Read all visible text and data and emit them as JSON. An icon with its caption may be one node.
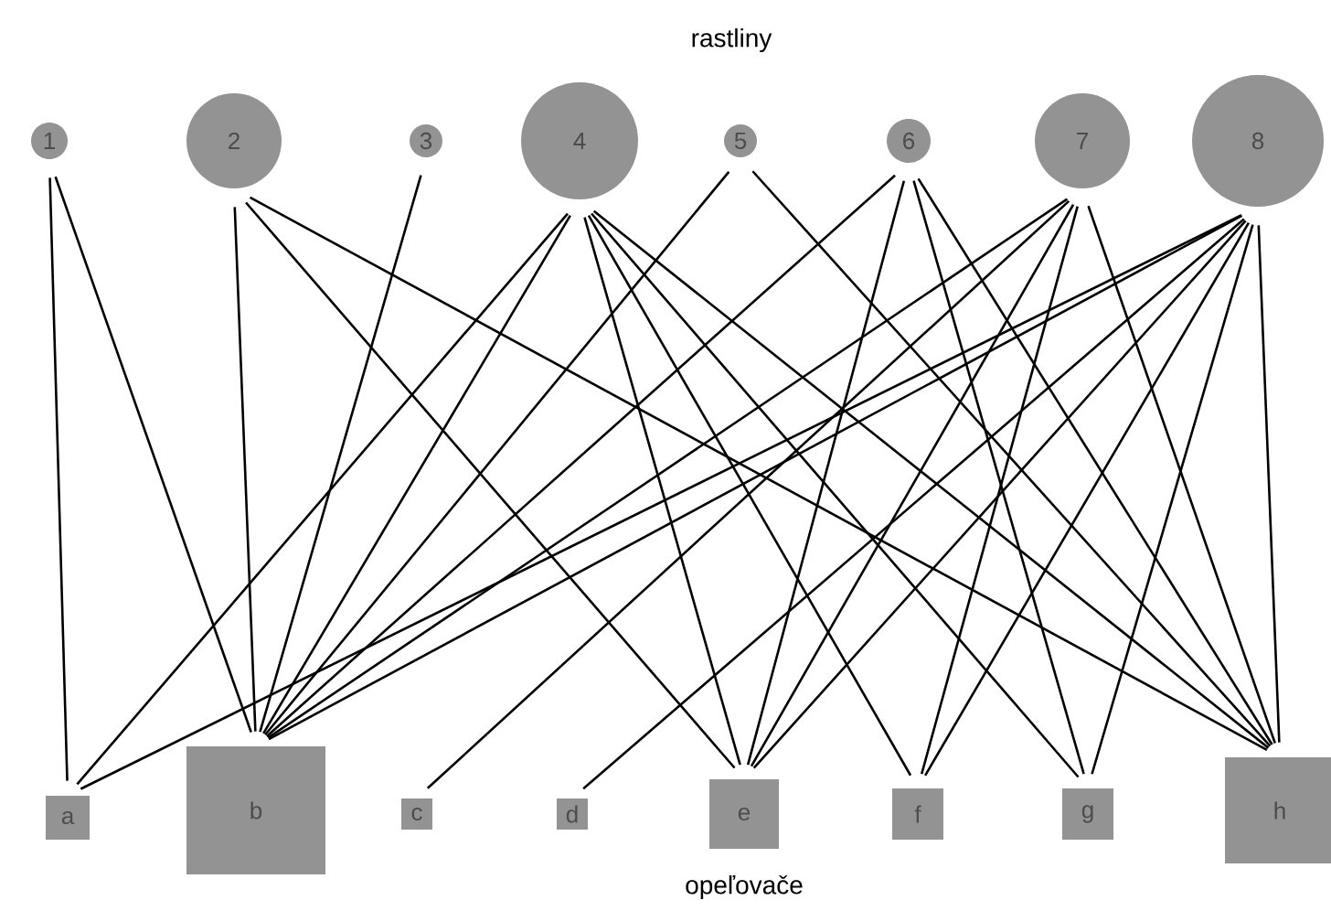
{
  "diagram": {
    "nodes": [
      {
        "text": [
          "1"
        ]
      },
      {
        "text": [
          "2"
        ]
      },
      {
        "text": [
          "3"
        ]
      },
      {
        "text": [
          "4"
        ]
      },
      {
        "text": [
          "5"
        ]
      },
      {
        "text": [
          "6"
        ]
      },
      {
        "text": [
          "7"
        ]
      },
      {
        "text": [
          "8"
        ]
      },
      {
        "text": [
          "a"
        ]
      },
      {
        "text": [
          "b"
        ]
      },
      {
        "text": [
          "c"
        ]
      },
      {
        "text": [
          "d"
        ]
      },
      {
        "text": [
          "e"
        ]
      },
      {
        "text": [
          "f"
        ]
      },
      {
        "text": [
          "g"
        ]
      },
      {
        "text": [
          "h"
        ]
      }
    ],
    "edges": [
      {
        "from": 0,
        "to": 8,
        "arrow": "none"
      },
      {
        "from": 0,
        "to": 9,
        "arrow": "none"
      },
      {
        "from": 1,
        "to": 9,
        "arrow": "none"
      },
      {
        "from": 1,
        "to": 12,
        "arrow": "none"
      },
      {
        "from": 1,
        "to": 15,
        "arrow": "none"
      },
      {
        "from": 2,
        "to": 9,
        "arrow": "none"
      },
      {
        "from": 3,
        "to": 8,
        "arrow": "none"
      },
      {
        "from": 3,
        "to": 9,
        "arrow": "none"
      },
      {
        "from": 3,
        "to": 12,
        "arrow": "none"
      },
      {
        "from": 3,
        "to": 13,
        "arrow": "none"
      },
      {
        "from": 3,
        "to": 14,
        "arrow": "none"
      },
      {
        "from": 3,
        "to": 15,
        "arrow": "none"
      },
      {
        "from": 4,
        "to": 9,
        "arrow": "none"
      },
      {
        "from": 4,
        "to": 15,
        "arrow": "none"
      },
      {
        "from": 5,
        "to": 9,
        "arrow": "none"
      },
      {
        "from": 5,
        "to": 12,
        "arrow": "none"
      },
      {
        "from": 5,
        "to": 14,
        "arrow": "none"
      },
      {
        "from": 5,
        "to": 15,
        "arrow": "none"
      },
      {
        "from": 6,
        "to": 10,
        "arrow": "none"
      },
      {
        "from": 6,
        "to": 9,
        "arrow": "none"
      },
      {
        "from": 6,
        "to": 12,
        "arrow": "none"
      },
      {
        "from": 6,
        "to": 13,
        "arrow": "none"
      },
      {
        "from": 6,
        "to": 15,
        "arrow": "none"
      },
      {
        "from": 7,
        "to": 8,
        "arrow": "none"
      },
      {
        "from": 7,
        "to": 9,
        "arrow": "none"
      },
      {
        "from": 7,
        "to": 11,
        "arrow": "none"
      },
      {
        "from": 7,
        "to": 12,
        "arrow": "none"
      },
      {
        "from": 7,
        "to": 13,
        "arrow": "none"
      },
      {
        "from": 7,
        "to": 14,
        "arrow": "none"
      },
      {
        "from": 7,
        "to": 15,
        "arrow": "none"
      }
    ],
    "labels": [
      "rastliny",
      "opeľovače"
    ]
  }
}
